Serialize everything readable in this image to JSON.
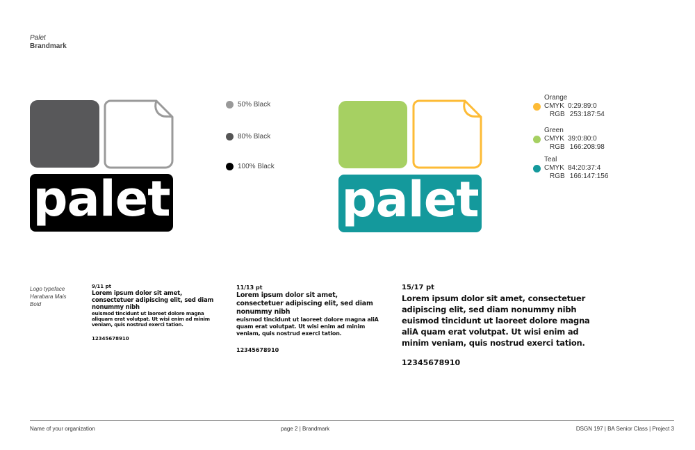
{
  "header": {
    "title": "Palet",
    "subtitle": "Brandmark"
  },
  "logo": {
    "wordmark": "palet"
  },
  "mono_swatches": [
    {
      "label": "50% Black",
      "color": "#999999"
    },
    {
      "label": "80% Black",
      "color": "#555555"
    },
    {
      "label": "100% Black",
      "color": "#000000"
    }
  ],
  "mono_colors": {
    "square": "#58585a",
    "doc_stroke": "#9a9a9a",
    "wordmark_bg": "#000000"
  },
  "brand_colors": [
    {
      "name": "Orange",
      "cmyk_label": "CMYK",
      "cmyk": "0:29:89:0",
      "rgb_label": "RGB",
      "rgb": "253:187:54",
      "hex": "#fdbb36"
    },
    {
      "name": "Green",
      "cmyk_label": "CMYK",
      "cmyk": "39:0:80:0",
      "rgb_label": "RGB",
      "rgb": "166:208:98",
      "hex": "#a6d062"
    },
    {
      "name": "Teal",
      "cmyk_label": "CMYK",
      "cmyk": "84:20:37:4",
      "rgb_label": "RGB",
      "rgb": "166:147:156",
      "hex": "#14999c"
    }
  ],
  "typeface": {
    "line1": "Logo typeface",
    "line2": "Harabara Mais",
    "line3": "Bold"
  },
  "specimens": {
    "s9": {
      "size": "9/11 pt",
      "lead": "Lorem ipsum dolor sit amet, consectetuer adipiscing elit, sed diam nonummy nibh",
      "rest": "euismod tincidunt ut laoreet dolore magna aliquam erat volutpat. Ut wisi enim ad minim veniam, quis nostrud exerci tation.",
      "nums": "12345678910"
    },
    "s11": {
      "size": "11/13 pt",
      "lead": "Lorem ipsum dolor sit amet, consectetuer adipiscing elit, sed diam nonummy nibh",
      "rest": "euismod tincidunt ut laoreet dolore magna aliA quam erat volutpat. Ut wisi enim ad minim veniam, quis nostrud exerci tation.",
      "nums": "12345678910"
    },
    "s15": {
      "size": "15/17 pt",
      "body": "Lorem ipsum dolor sit amet, consectetuer adipiscing elit, sed diam nonummy nibh euismod tincidunt ut laoreet dolore magna aliA quam erat volutpat. Ut wisi enim ad minim veniam, quis nostrud exerci tation.",
      "nums": "12345678910"
    }
  },
  "footer": {
    "left": "Name of your organization",
    "center": "page 2 | Brandmark",
    "right": "DSGN 197 | BA Senior Class | Project 3"
  }
}
